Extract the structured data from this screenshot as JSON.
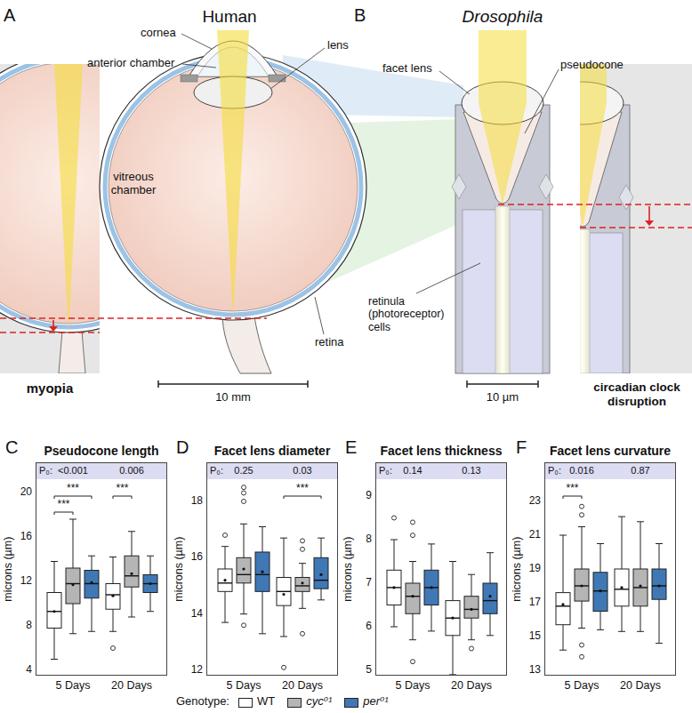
{
  "diagram": {
    "nodes": [
      {
        "text": [
          "Pseudocone length"
        ]
      },
      {
        "text": [
          "P₀:",
          "<0.001",
          "0.006"
        ],
        "in": 0
      },
      {
        "text": [
          "Facet lens diameter"
        ]
      },
      {
        "text": [
          "P₀:",
          "0.25",
          "0.03"
        ],
        "in": 2
      },
      {
        "text": [
          "Facet lens thickness"
        ]
      },
      {
        "text": [
          "P₀:",
          "0.14",
          "0.13"
        ],
        "in": 4
      },
      {
        "text": [
          "Facet lens curvature"
        ]
      },
      {
        "text": [
          "P₀:",
          "0.016",
          "0.87"
        ],
        "in": 6
      }
    ],
    "labels": [
      "A",
      "Human",
      "B",
      "Drosophila",
      "cornea",
      "anterior chamber",
      "lens",
      "vitreous chamber",
      "retina",
      "myopia",
      "10 mm",
      "facet lens",
      "pseudocone",
      "retinula (photoreceptor) cells",
      "circadian clock disruption",
      "10 µm",
      "C",
      "D",
      "E",
      "F",
      "microns (µm)",
      "20",
      "16",
      "12",
      "8",
      "4",
      "5 Days",
      "20 Days",
      "***",
      "***",
      "***",
      "microns (µm)",
      "18",
      "16",
      "14",
      "12",
      "5 Days",
      "20 Days",
      "***",
      "microns (µm)",
      "9",
      "8",
      "7",
      "6",
      "5",
      "5 Days",
      "20 Days",
      "microns (µm)",
      "23",
      "21",
      "19",
      "17",
      "15",
      "13",
      "5 Days",
      "20 Days",
      "***",
      "Genotype:"
    ],
    "legend": [
      {
        "text": "WT",
        "color": "#ffffff"
      },
      {
        "text": "cyc⁰¹",
        "color": "#b5b5b5"
      },
      {
        "text": "per⁰¹",
        "color": "#3f78b5"
      }
    ]
  }
}
